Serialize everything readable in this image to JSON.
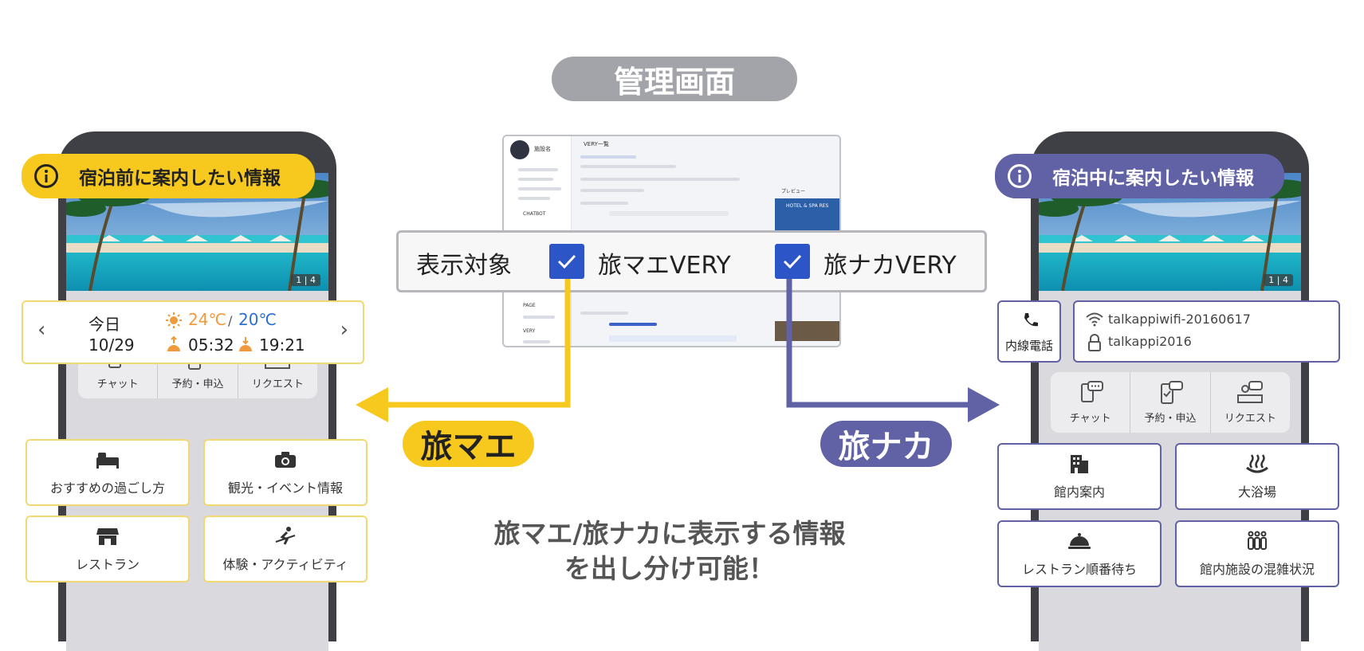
{
  "center": {
    "admin_title": "管理画面",
    "display_target_label": "表示対象",
    "option1_label": "旅マエVERY",
    "option2_label": "旅ナカVERY",
    "option1_checked": true,
    "option2_checked": true,
    "label_before": "旅マエ",
    "label_during": "旅ナカ",
    "caption_line1": "旅マエ/旅ナカに表示する情報",
    "caption_line2": "を出し分け可能！",
    "admin_preview": {
      "brand_name": "施設名",
      "header_title": "VERY一覧",
      "nav_chatbot": "CHATBOT",
      "nav_page": "PAGE",
      "nav_very": "VERY",
      "preview_label": "プレビュー",
      "hotel_banner": "HOTEL & SPA RES"
    }
  },
  "left_phone": {
    "badge": "宿泊前に案内したい情報",
    "pager": "1 | 4",
    "weather": {
      "day_label": "今日",
      "date": "10/29",
      "temp_high": "24℃",
      "temp_sep": "/",
      "temp_low": "20℃",
      "sunrise": "05:32",
      "sunset": "19:21",
      "prev": "‹",
      "next": "›"
    },
    "quick": [
      "チャット",
      "予約・申込",
      "リクエスト"
    ],
    "tiles": [
      {
        "label": "おすすめの過ごし方",
        "icon": "bed-icon"
      },
      {
        "label": "観光・イベント情報",
        "icon": "camera-icon"
      },
      {
        "label": "レストラン",
        "icon": "store-icon"
      },
      {
        "label": "体験・アクティビティ",
        "icon": "ski-icon"
      }
    ]
  },
  "right_phone": {
    "badge": "宿泊中に案内したい情報",
    "pager": "1 | 4",
    "phone_label": "内線電話",
    "wifi_ssid": "talkappiwifi-20160617",
    "wifi_password": "talkappi2016",
    "quick": [
      "チャット",
      "予約・申込",
      "リクエスト"
    ],
    "tiles": [
      {
        "label": "館内案内",
        "icon": "building-icon"
      },
      {
        "label": "大浴場",
        "icon": "hot-spring-icon"
      },
      {
        "label": "レストラン順番待ち",
        "icon": "cloche-icon"
      },
      {
        "label": "館内施設の混雑状況",
        "icon": "crowd-icon"
      }
    ]
  },
  "colors": {
    "yellow": "#f7c81e",
    "purple": "#6161a6",
    "admin_pill": "#a3a4a9",
    "check_blue": "#2c55c8",
    "temp_high": "#ef9a3c",
    "temp_low": "#2a6fd1"
  }
}
